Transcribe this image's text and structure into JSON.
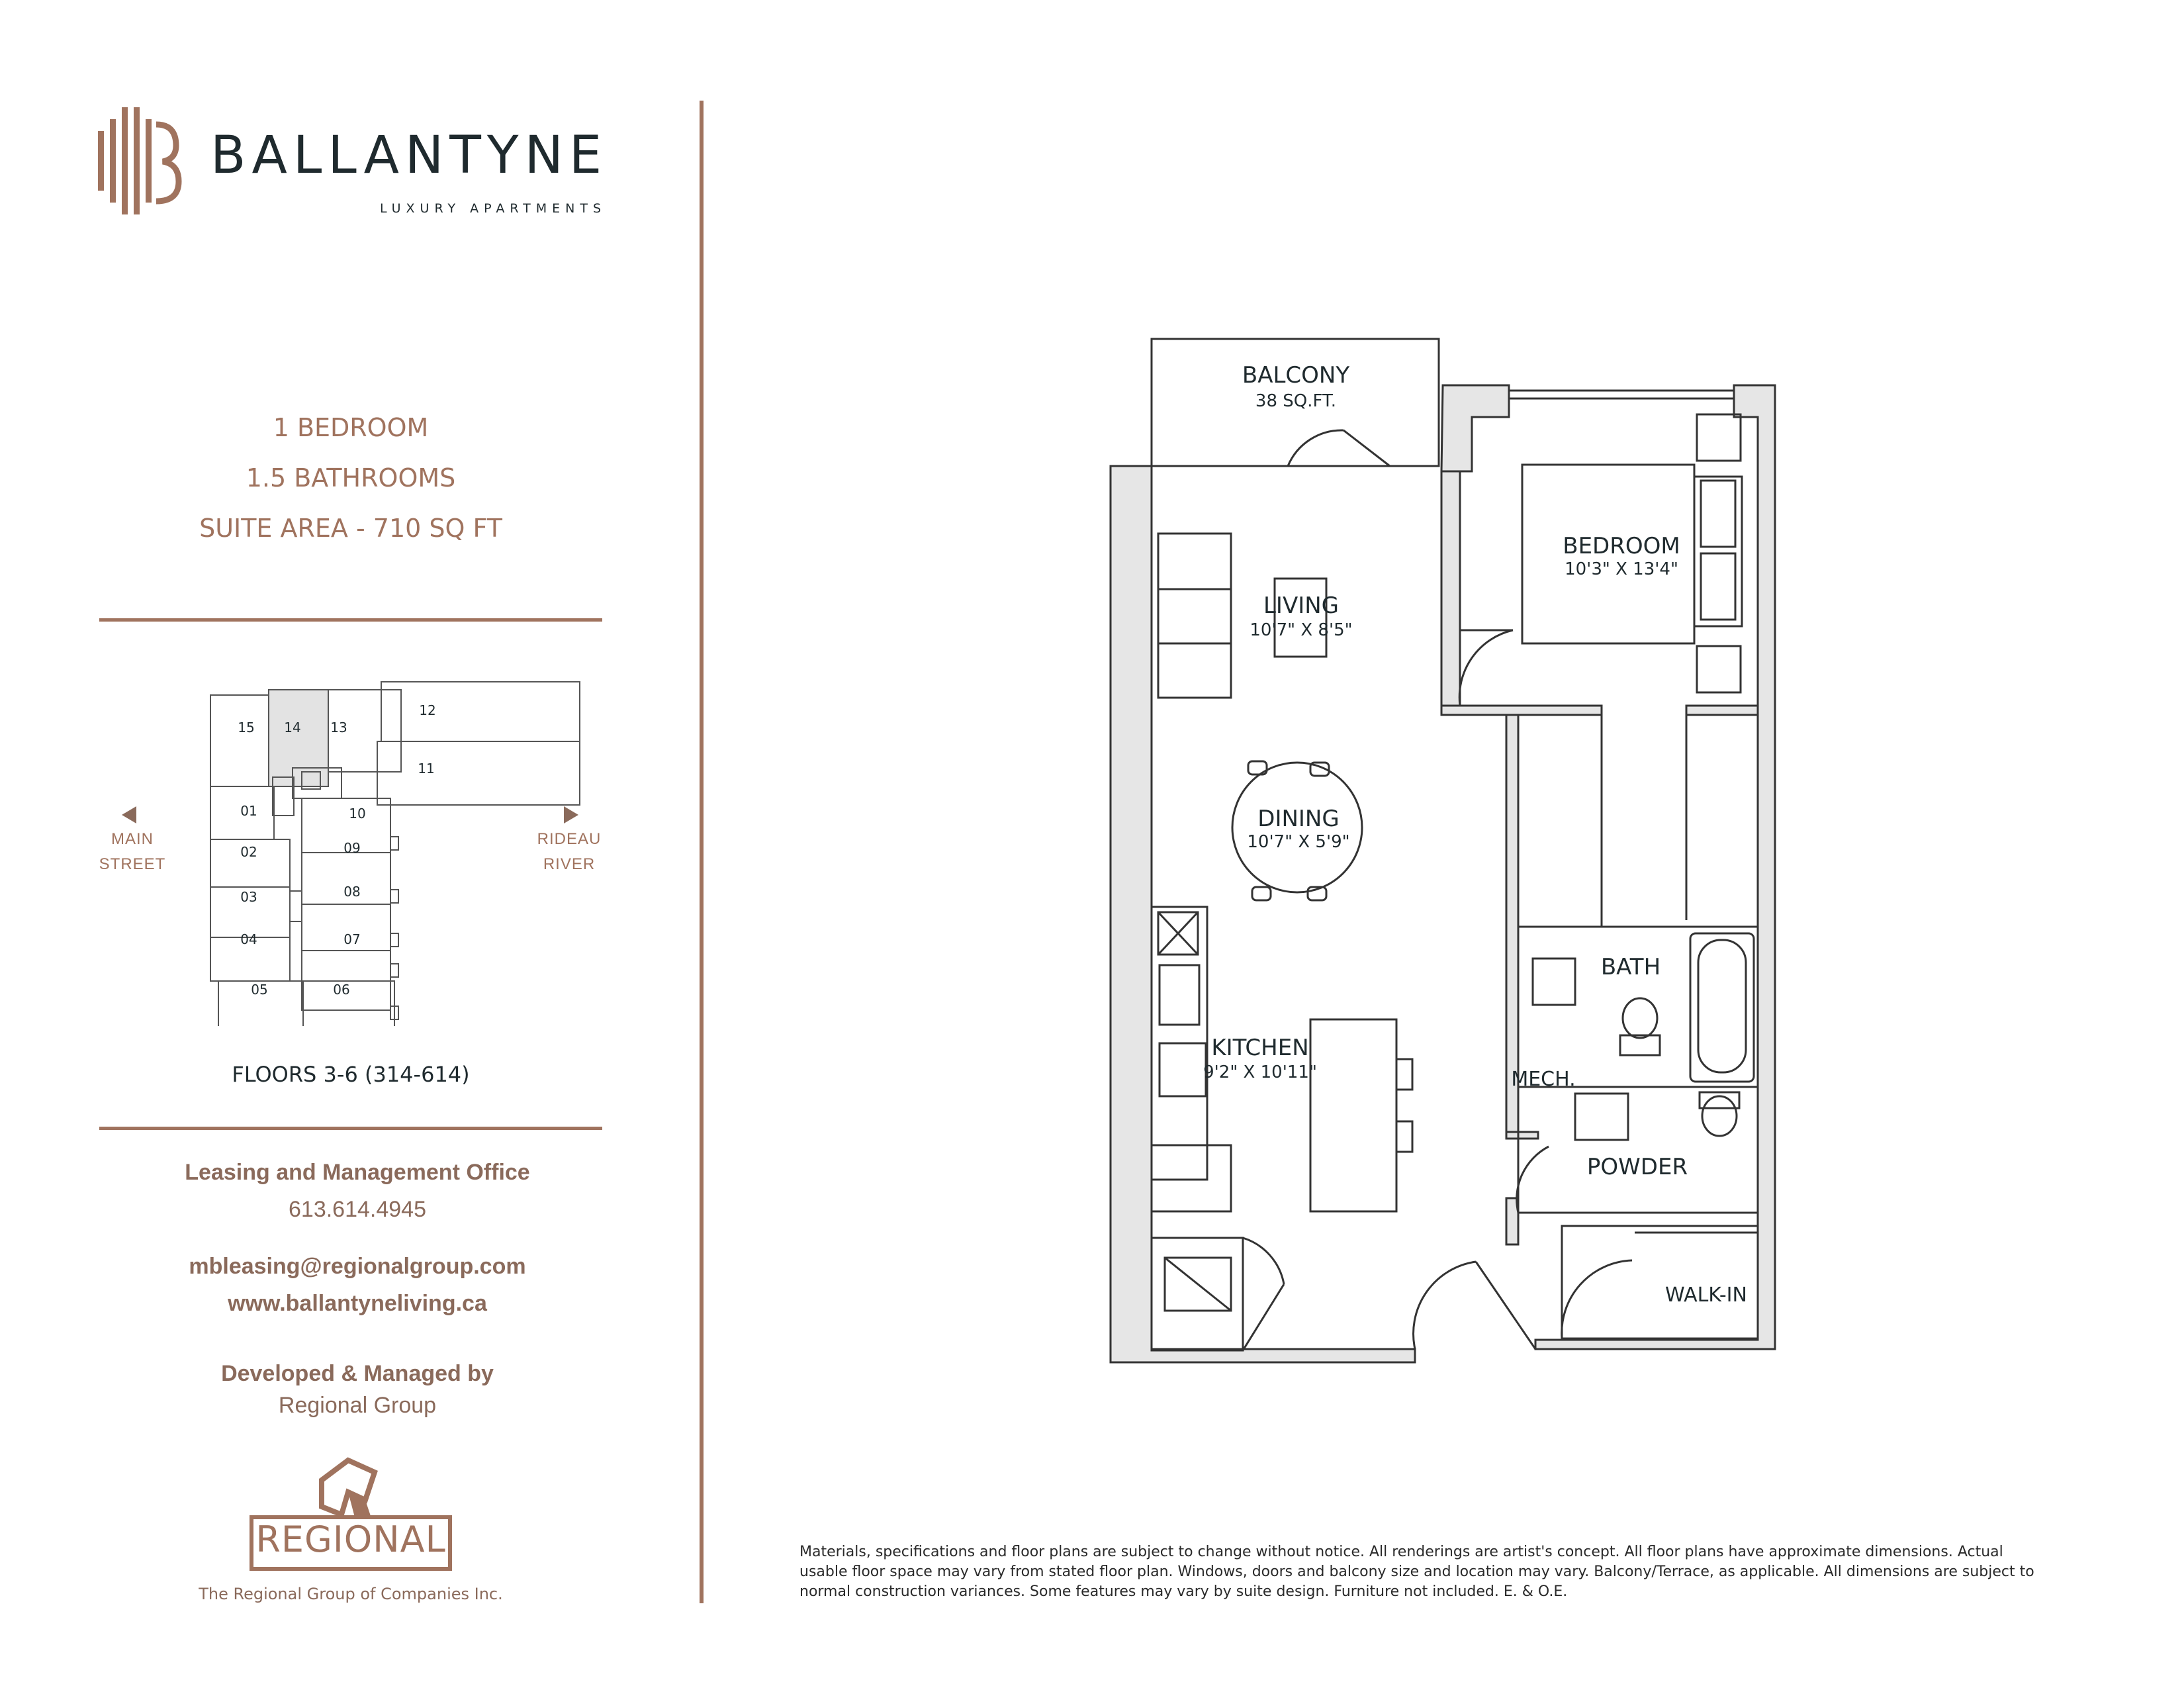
{
  "brand": {
    "name": "BALLANTYNE",
    "tagline": "LUXURY APARTMENTS",
    "accent_color": "#a0735e",
    "text_color": "#1f2a2e"
  },
  "unit": {
    "bedrooms": "1 BEDROOM",
    "bathrooms": "1.5 BATHROOMS",
    "area": "SUITE AREA - 710 SQ FT"
  },
  "keyplan": {
    "units": [
      "15",
      "14",
      "13",
      "12",
      "11",
      "01",
      "10",
      "02",
      "09",
      "03",
      "08",
      "04",
      "07",
      "05",
      "06"
    ],
    "highlighted_unit": "14",
    "left_label_1": "MAIN",
    "left_label_2": "STREET",
    "right_label_1": "RIDEAU",
    "right_label_2": "RIVER",
    "floors": "FLOORS 3-6 (314-614)"
  },
  "office": {
    "title": "Leasing and Management Office",
    "phone": "613.614.4945",
    "email": "mbleasing@regionalgroup.com",
    "website": "www.ballantyneliving.ca",
    "developed_by_label": "Developed & Managed by",
    "developer": "Regional Group"
  },
  "regional_logo": {
    "wordmark": "REGIONAL",
    "caption": "The Regional Group of Companies Inc."
  },
  "floorplan": {
    "balcony_name": "BALCONY",
    "balcony_area": "38 SQ.FT.",
    "living_name": "LIVING",
    "living_dim": "10'7\" X 8'5\"",
    "bedroom_name": "BEDROOM",
    "bedroom_dim": "10'3\" X 13'4\"",
    "dining_name": "DINING",
    "dining_dim": "10'7\" X 5'9\"",
    "kitchen_name": "KITCHEN",
    "kitchen_dim": "9'2\" X 10'11\"",
    "bath_name": "BATH",
    "mech_name": "MECH.",
    "powder_name": "POWDER",
    "walkin_name": "WALK-IN"
  },
  "disclaimer": {
    "line1": "Materials, specifications and floor plans are subject to change without notice. All renderings are artist's concept. All floor plans have approximate dimensions. Actual",
    "line2": "usable floor space may vary from stated floor plan. Windows, doors and balcony size and location may vary. Balcony/Terrace, as applicable. All dimensions are subject to",
    "line3": "normal construction variances. Some features may vary by suite design. Furniture not included. E. & O.E."
  }
}
